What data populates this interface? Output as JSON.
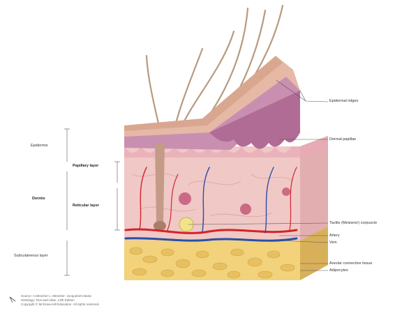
{
  "labels": {
    "epidermal_ridges": "Epidermal ridges",
    "dermal_papillae": "Dermal papillae",
    "epidermis": "Epidermis",
    "papillary_layer": "Papillary layer",
    "dermis": "Dermis",
    "reticular_layer": "Reticular layer",
    "tactile_corpuscle": "Tactile (Meissner) corpuscle",
    "artery": "Artery",
    "vein": "Vein",
    "subcutaneous_layer": "Subcutaneous layer",
    "areolar_tissue": "Areolar connective tissue",
    "adipocytes": "Adipocytes"
  },
  "source": {
    "line1": "Source: A.Mescher L. Mescher: Junqueira's Basic",
    "line2": "Histology: Text and Atlas, 13th Edition",
    "line3": "Copyright © McGraw-Hill Education. All rights reserved."
  },
  "colors": {
    "epidermis": "#c98fb0",
    "dermis": "#f0c8c6",
    "subcutaneous": "#f2d27a",
    "artery": "#d4232a",
    "vein": "#2a4fa8",
    "hair": "#b89a7e"
  }
}
